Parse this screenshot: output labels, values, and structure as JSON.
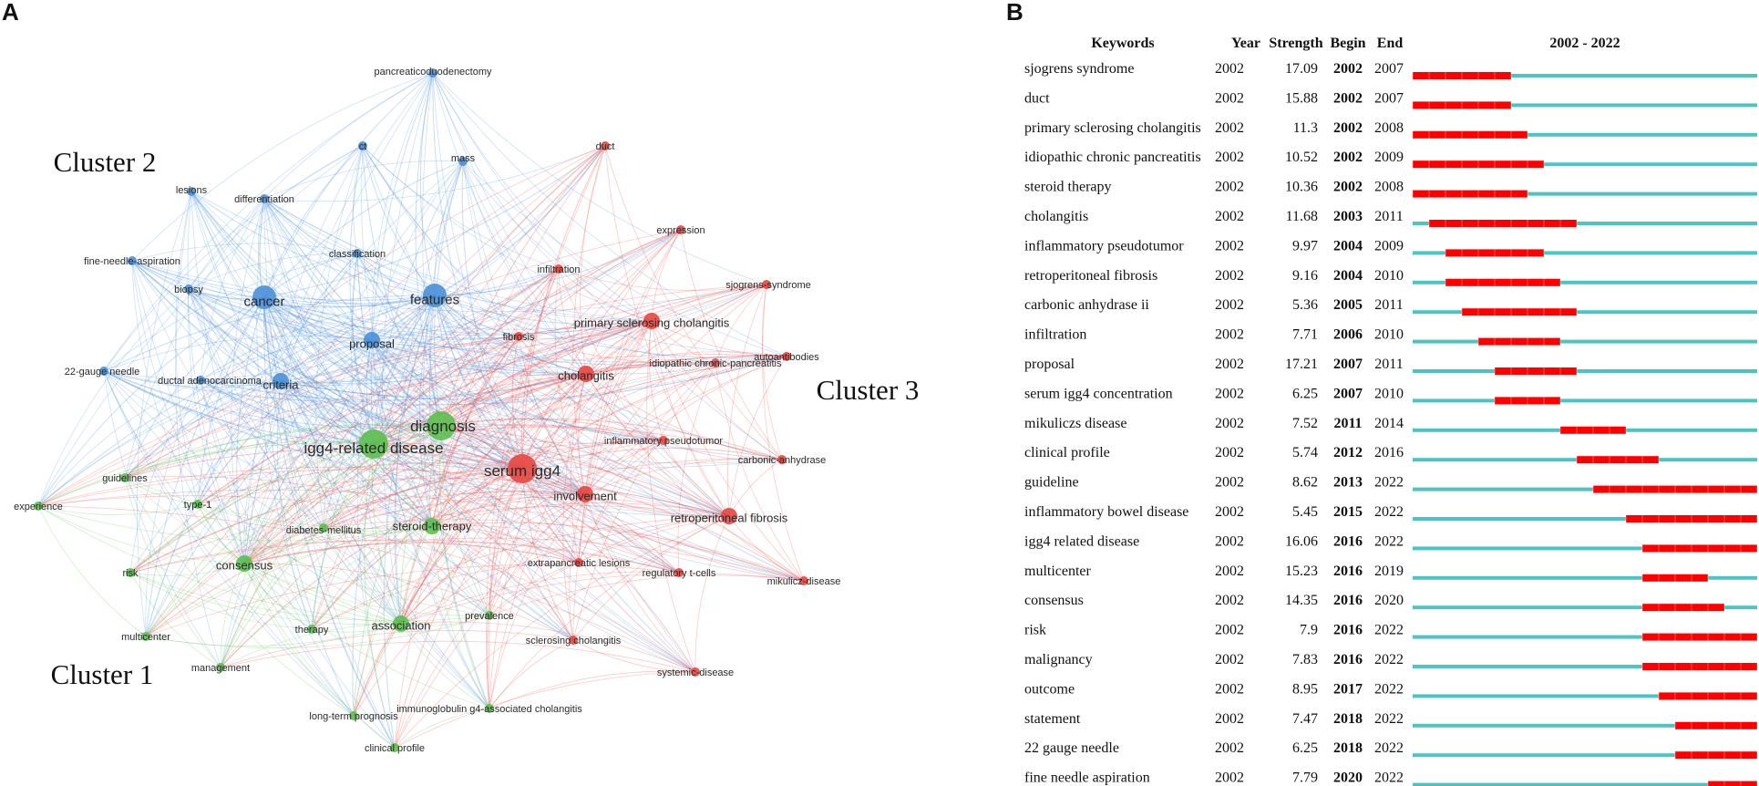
{
  "panels": {
    "a_label": "A",
    "b_label": "B"
  },
  "chart_data": [
    {
      "type": "network",
      "clusters": [
        {
          "name": "Cluster 1",
          "color": "#5cbf4e"
        },
        {
          "name": "Cluster 2",
          "color": "#4a90d9"
        },
        {
          "name": "Cluster 3",
          "color": "#e8463f"
        }
      ],
      "nodes": [
        {
          "label": "pancreaticoduodenectomy",
          "cluster": 2,
          "weight": 1
        },
        {
          "label": "ct",
          "cluster": 2,
          "weight": 1
        },
        {
          "label": "mass",
          "cluster": 2,
          "weight": 1
        },
        {
          "label": "lesions",
          "cluster": 2,
          "weight": 1
        },
        {
          "label": "differentiation",
          "cluster": 2,
          "weight": 1
        },
        {
          "label": "classification",
          "cluster": 2,
          "weight": 1
        },
        {
          "label": "fine-needle-aspiration",
          "cluster": 2,
          "weight": 1
        },
        {
          "label": "biopsy",
          "cluster": 2,
          "weight": 1
        },
        {
          "label": "cancer",
          "cluster": 2,
          "weight": 3
        },
        {
          "label": "features",
          "cluster": 2,
          "weight": 3
        },
        {
          "label": "proposal",
          "cluster": 2,
          "weight": 2
        },
        {
          "label": "22-gauge needle",
          "cluster": 2,
          "weight": 1
        },
        {
          "label": "ductal adenocarcinoma",
          "cluster": 2,
          "weight": 1
        },
        {
          "label": "criteria",
          "cluster": 2,
          "weight": 2
        },
        {
          "label": "duct",
          "cluster": 3,
          "weight": 1
        },
        {
          "label": "expression",
          "cluster": 3,
          "weight": 1
        },
        {
          "label": "infiltration",
          "cluster": 3,
          "weight": 1
        },
        {
          "label": "sjogrens-syndrome",
          "cluster": 3,
          "weight": 1
        },
        {
          "label": "fibrosis",
          "cluster": 3,
          "weight": 1
        },
        {
          "label": "primary sclerosing cholangitis",
          "cluster": 3,
          "weight": 2
        },
        {
          "label": "autoantibodies",
          "cluster": 3,
          "weight": 1
        },
        {
          "label": "idiopathic chronic-pancreatitis",
          "cluster": 3,
          "weight": 1
        },
        {
          "label": "cholangitis",
          "cluster": 3,
          "weight": 2
        },
        {
          "label": "inflammatory pseudotumor",
          "cluster": 3,
          "weight": 1
        },
        {
          "label": "carbonic-anhydrase",
          "cluster": 3,
          "weight": 1
        },
        {
          "label": "serum igg4",
          "cluster": 3,
          "weight": 4
        },
        {
          "label": "involvement",
          "cluster": 3,
          "weight": 2
        },
        {
          "label": "retroperitoneal fibrosis",
          "cluster": 3,
          "weight": 2
        },
        {
          "label": "extrapancreatic lesions",
          "cluster": 3,
          "weight": 1
        },
        {
          "label": "regulatory t-cells",
          "cluster": 3,
          "weight": 1
        },
        {
          "label": "mikulicz-disease",
          "cluster": 3,
          "weight": 1
        },
        {
          "label": "sclerosing cholangitis",
          "cluster": 3,
          "weight": 1
        },
        {
          "label": "systemic-disease",
          "cluster": 3,
          "weight": 1
        },
        {
          "label": "diagnosis",
          "cluster": 1,
          "weight": 4
        },
        {
          "label": "igg4-related disease",
          "cluster": 1,
          "weight": 4
        },
        {
          "label": "guidelines",
          "cluster": 1,
          "weight": 1
        },
        {
          "label": "experience",
          "cluster": 1,
          "weight": 1
        },
        {
          "label": "type-1",
          "cluster": 1,
          "weight": 1
        },
        {
          "label": "diabetes-mellitus",
          "cluster": 1,
          "weight": 1
        },
        {
          "label": "steroid-therapy",
          "cluster": 1,
          "weight": 2
        },
        {
          "label": "risk",
          "cluster": 1,
          "weight": 1
        },
        {
          "label": "consensus",
          "cluster": 1,
          "weight": 2
        },
        {
          "label": "multicenter",
          "cluster": 1,
          "weight": 1
        },
        {
          "label": "therapy",
          "cluster": 1,
          "weight": 1
        },
        {
          "label": "association",
          "cluster": 1,
          "weight": 2
        },
        {
          "label": "prevalence",
          "cluster": 1,
          "weight": 1
        },
        {
          "label": "management",
          "cluster": 1,
          "weight": 1
        },
        {
          "label": "long-term prognosis",
          "cluster": 1,
          "weight": 1
        },
        {
          "label": "immunoglobulin g4-associated cholangitis",
          "cluster": 1,
          "weight": 1
        },
        {
          "label": "clinical profile",
          "cluster": 1,
          "weight": 1
        }
      ]
    },
    {
      "type": "table",
      "headers": {
        "keywords": "Keywords",
        "year": "Year",
        "strength": "Strength",
        "begin": "Begin",
        "end": "End",
        "range": "2002 - 2022"
      },
      "year_range": [
        2002,
        2022
      ],
      "colors": {
        "burst": "#ff0000",
        "base": "#4cc4c4"
      },
      "rows": [
        {
          "keyword": "sjogrens syndrome",
          "year": "2002",
          "strength": "17.09",
          "begin": "2002",
          "end": "2007"
        },
        {
          "keyword": "duct",
          "year": "2002",
          "strength": "15.88",
          "begin": "2002",
          "end": "2007"
        },
        {
          "keyword": "primary sclerosing cholangitis",
          "year": "2002",
          "strength": "11.3",
          "begin": "2002",
          "end": "2008"
        },
        {
          "keyword": "idiopathic chronic pancreatitis",
          "year": "2002",
          "strength": "10.52",
          "begin": "2002",
          "end": "2009"
        },
        {
          "keyword": "steroid therapy",
          "year": "2002",
          "strength": "10.36",
          "begin": "2002",
          "end": "2008"
        },
        {
          "keyword": "cholangitis",
          "year": "2002",
          "strength": "11.68",
          "begin": "2003",
          "end": "2011"
        },
        {
          "keyword": "inflammatory pseudotumor",
          "year": "2002",
          "strength": "9.97",
          "begin": "2004",
          "end": "2009"
        },
        {
          "keyword": "retroperitoneal fibrosis",
          "year": "2002",
          "strength": "9.16",
          "begin": "2004",
          "end": "2010"
        },
        {
          "keyword": "carbonic anhydrase ii",
          "year": "2002",
          "strength": "5.36",
          "begin": "2005",
          "end": "2011"
        },
        {
          "keyword": "infiltration",
          "year": "2002",
          "strength": "7.71",
          "begin": "2006",
          "end": "2010"
        },
        {
          "keyword": "proposal",
          "year": "2002",
          "strength": "17.21",
          "begin": "2007",
          "end": "2011"
        },
        {
          "keyword": "serum igg4 concentration",
          "year": "2002",
          "strength": "6.25",
          "begin": "2007",
          "end": "2010"
        },
        {
          "keyword": "mikuliczs disease",
          "year": "2002",
          "strength": "7.52",
          "begin": "2011",
          "end": "2014"
        },
        {
          "keyword": "clinical profile",
          "year": "2002",
          "strength": "5.74",
          "begin": "2012",
          "end": "2016"
        },
        {
          "keyword": "guideline",
          "year": "2002",
          "strength": "8.62",
          "begin": "2013",
          "end": "2022"
        },
        {
          "keyword": "inflammatory bowel disease",
          "year": "2002",
          "strength": "5.45",
          "begin": "2015",
          "end": "2022"
        },
        {
          "keyword": "igg4 related disease",
          "year": "2002",
          "strength": "16.06",
          "begin": "2016",
          "end": "2022"
        },
        {
          "keyword": "multicenter",
          "year": "2002",
          "strength": "15.23",
          "begin": "2016",
          "end": "2019"
        },
        {
          "keyword": "consensus",
          "year": "2002",
          "strength": "14.35",
          "begin": "2016",
          "end": "2020"
        },
        {
          "keyword": "risk",
          "year": "2002",
          "strength": "7.9",
          "begin": "2016",
          "end": "2022"
        },
        {
          "keyword": "malignancy",
          "year": "2002",
          "strength": "7.83",
          "begin": "2016",
          "end": "2022"
        },
        {
          "keyword": "outcome",
          "year": "2002",
          "strength": "8.95",
          "begin": "2017",
          "end": "2022"
        },
        {
          "keyword": "statement",
          "year": "2002",
          "strength": "7.47",
          "begin": "2018",
          "end": "2022"
        },
        {
          "keyword": "22 gauge needle",
          "year": "2002",
          "strength": "6.25",
          "begin": "2018",
          "end": "2022"
        },
        {
          "keyword": "fine needle aspiration",
          "year": "2002",
          "strength": "7.79",
          "begin": "2020",
          "end": "2022"
        }
      ]
    }
  ]
}
